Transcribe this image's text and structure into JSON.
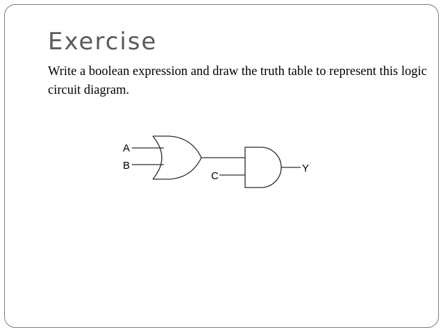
{
  "slide": {
    "title": "Exercise",
    "instruction": "Write a boolean expression and draw the truth table to represent this logic circuit diagram."
  },
  "diagram": {
    "input_a_label": "A",
    "input_b_label": "B",
    "input_c_label": "C",
    "output_label": "Y",
    "gates": [
      "or-gate",
      "and-gate"
    ]
  },
  "colors": {
    "title": "#5a5a5a",
    "frame_border": "#7a7a7a",
    "stroke": "#2a2a2a"
  }
}
